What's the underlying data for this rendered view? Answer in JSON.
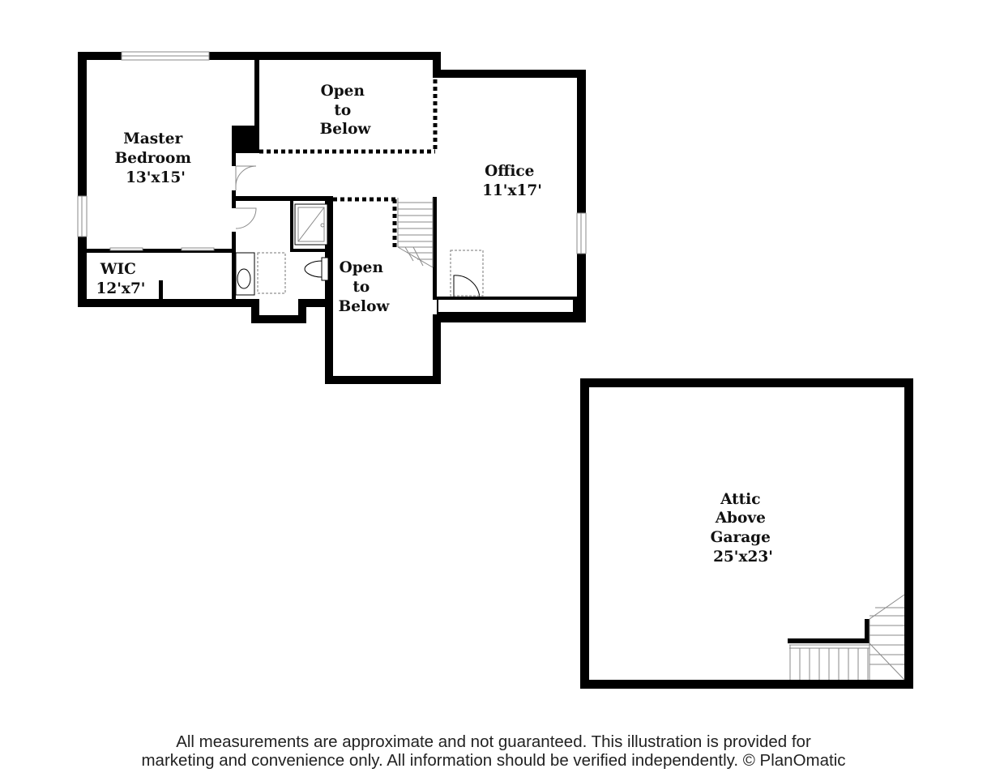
{
  "rooms": {
    "master_bedroom": {
      "name_line1": "Master",
      "name_line2": "Bedroom",
      "size": "13'x15'"
    },
    "open_to_below_top": {
      "line1": "Open",
      "line2": "to",
      "line3": "Below"
    },
    "office": {
      "name": "Office",
      "size": "11'x17'"
    },
    "wic": {
      "name": "WIC",
      "size": "12'x7'"
    },
    "open_to_below_mid": {
      "line1": "Open",
      "line2": "to",
      "line3": "Below"
    },
    "attic": {
      "line1": "Attic",
      "line2": "Above",
      "line3": "Garage",
      "size": "25'x23'"
    }
  },
  "disclaimer": {
    "line1": "All measurements are approximate and not guaranteed. This illustration is provided for",
    "line2": "marketing and convenience only. All information should be verified independently. © PlanOmatic"
  }
}
